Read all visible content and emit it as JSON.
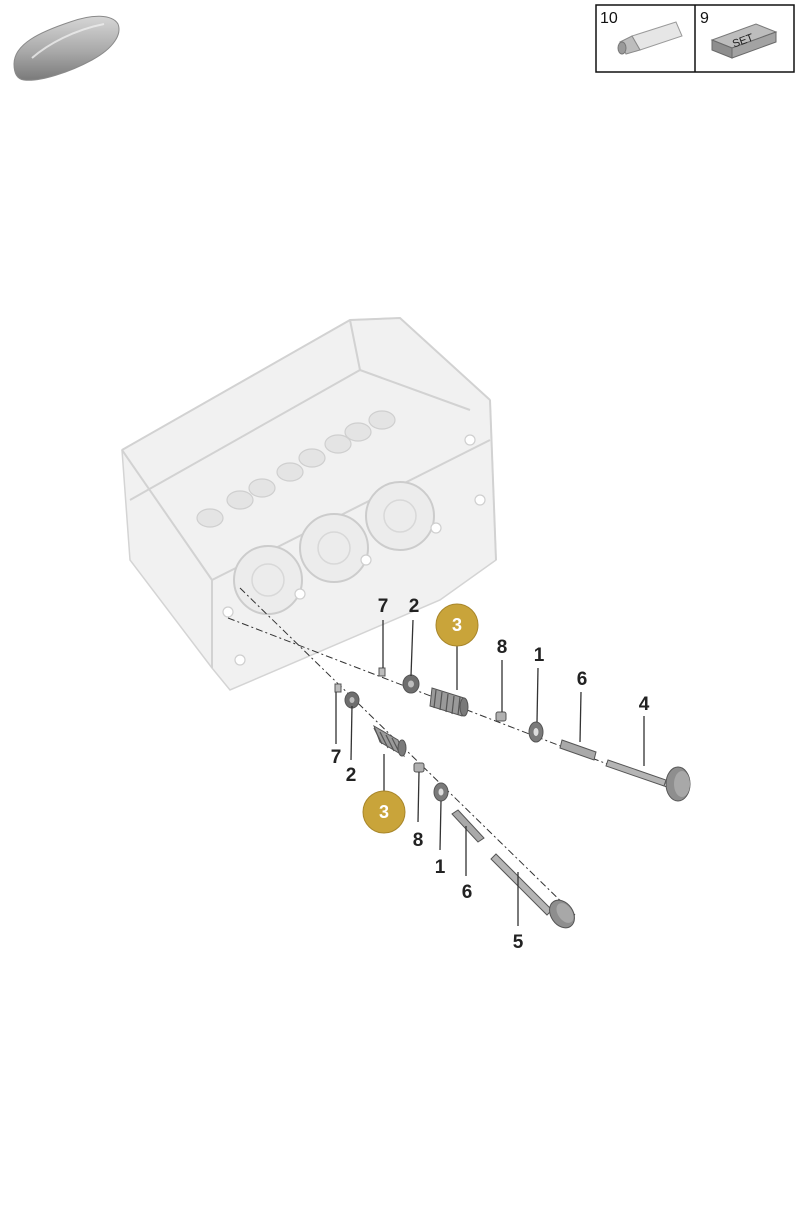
{
  "colors": {
    "highlight": "#c9a43a",
    "line": "#333333",
    "engine_outline": "#d2d2d2",
    "part_metal": "#8e8e8e"
  },
  "icons": {
    "car": "car-silhouette-icon",
    "kit_10": "grease-tube-icon",
    "kit_9": "set-box-icon"
  },
  "kit_box": {
    "items": [
      {
        "number": "10",
        "icon": "grease-tube-icon"
      },
      {
        "number": "9",
        "icon": "set-box-icon",
        "label": "SET"
      }
    ]
  },
  "callouts": {
    "upper": {
      "seven": "7",
      "two": "2",
      "three": "3",
      "eight": "8",
      "one": "1",
      "six": "6",
      "four": "4"
    },
    "lower": {
      "seven": "7",
      "two": "2",
      "three": "3",
      "eight": "8",
      "one": "1",
      "six": "6",
      "five": "5"
    }
  }
}
